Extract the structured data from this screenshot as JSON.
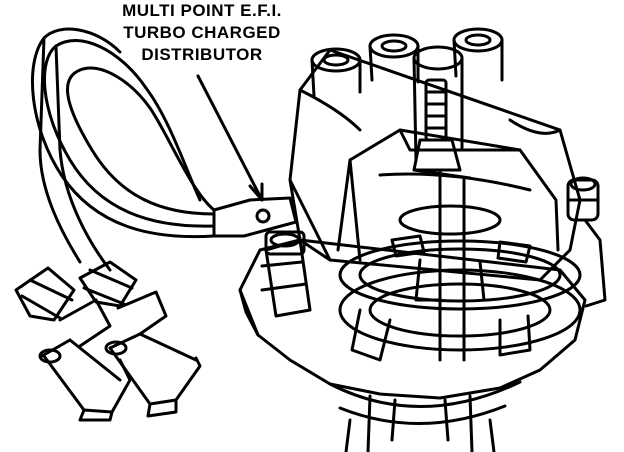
{
  "caption": {
    "line1": "MULTI POINT E.F.I.",
    "line2": "TURBO CHARGED",
    "line3": "DISTRIBUTOR"
  },
  "colors": {
    "ink": "#000000",
    "paper": "#ffffff"
  },
  "parts": [
    "distributor-cap-icon",
    "cap-terminal-tower-icon",
    "rotor-shaft-icon",
    "pickup-plate-icon",
    "pickup-connector-icon",
    "wiring-harness-icon",
    "hold-down-bracket-icon",
    "distributor-body-icon"
  ]
}
